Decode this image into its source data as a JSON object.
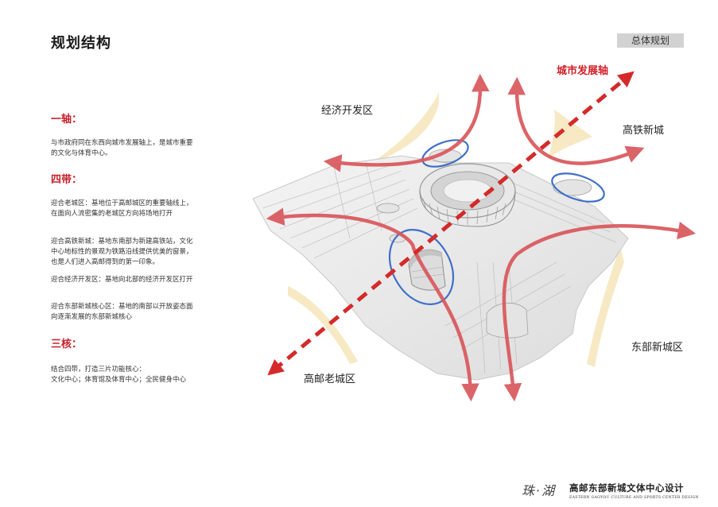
{
  "header": {
    "title": "规划结构",
    "section": "总体规划"
  },
  "sections": [
    {
      "heading": "一轴：",
      "paragraphs": [
        "与市政府同在东西向城市发展轴上，是城市重要的文化与体育中心。"
      ]
    },
    {
      "heading": "四带：",
      "paragraphs": [
        "迎合老城区：基地位于高邮城区的重要轴线上，在面向人流密集的老城区方向将场地打开",
        "迎合高铁新城：基地东南部为新建高铁站，文化中心地标性的景观为铁路沿线提供优美的窗景，也是人们进入高邮得到的第一印象。",
        "迎合经济开发区：基地向北部的经济开发区打开",
        "迎合东部新城核心区：基地的南部以开放姿态面向逐渐发展的东部新城核心"
      ]
    },
    {
      "heading": "三核：",
      "paragraphs": [
        "结合四带，打造三片功能核心：",
        "文化中心；体育馆及体育中心；全民健身中心"
      ]
    }
  ],
  "diagram": {
    "axis_label": "城市发展轴",
    "zones": {
      "north": "经济开发区",
      "east": "高铁新城",
      "west": "高邮老城区",
      "south": "东部新城区"
    },
    "colors": {
      "axis": "#d42a2a",
      "bands": "#d9575c",
      "cores": "#3f6fc9",
      "zones": "#f6e9c4"
    }
  },
  "footer": {
    "logo": "珠·湖",
    "title": "高邮东部新城文体中心设计",
    "subtitle": "EASTERN GAOYOU CULTURE AND SPORTS CENTER DESIGN"
  }
}
